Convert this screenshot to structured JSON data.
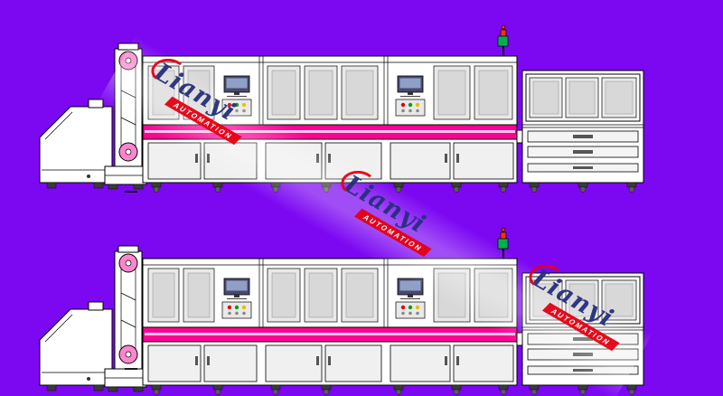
{
  "canvas": {
    "background_color": "#7C08F2"
  },
  "watermark": {
    "brand": "Lianyi",
    "subtitle": "AUTOMATION",
    "brand_color": "#252F7D",
    "accent_color": "#E60012",
    "band_color": "rgba(255,255,255,0.28)"
  },
  "drawing": {
    "machine_count": 2,
    "colors": {
      "body_fill": "#FFFFFF",
      "outline": "#000000",
      "panel_fill": "#E9E9E9",
      "panel_inner": "#D8D8D8",
      "conveyor_pink": "#FF0095",
      "conveyor_stripe": "#FFC8E6",
      "pulley_pink": "#FF85CE",
      "screen_fill": "#49496E",
      "screen_glass": "#8FA0C8",
      "signal_green": "#00B050",
      "signal_red": "#FF3000",
      "button_red": "#DF0000",
      "button_green": "#009F00",
      "button_yellow": "#E3C000",
      "handle_dark": "#555555",
      "foot_dark": "#3A3A3A"
    }
  }
}
